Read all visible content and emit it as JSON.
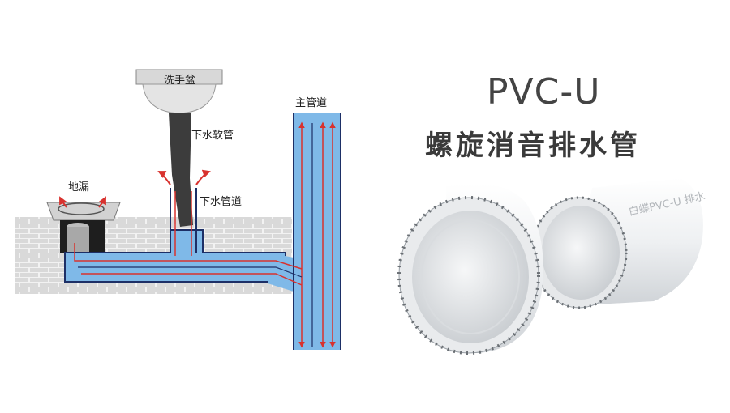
{
  "diagram": {
    "labels": {
      "basin": "洗手盆",
      "hose": "下水软管",
      "floor_drain": "地漏",
      "drain_pipe": "下水管道",
      "main_duct": "主管道"
    }
  },
  "product": {
    "title": "PVC-U",
    "subtitle": "螺旋消音排水管",
    "pipe_print": "白蝶PVC-U 排水"
  },
  "colors": {
    "water": "#7fb9e8",
    "pipe_wall": "#1d2f66",
    "arrow": "#d8322e",
    "brick": "#dcdcdc",
    "mortar": "#f4f4f4"
  }
}
